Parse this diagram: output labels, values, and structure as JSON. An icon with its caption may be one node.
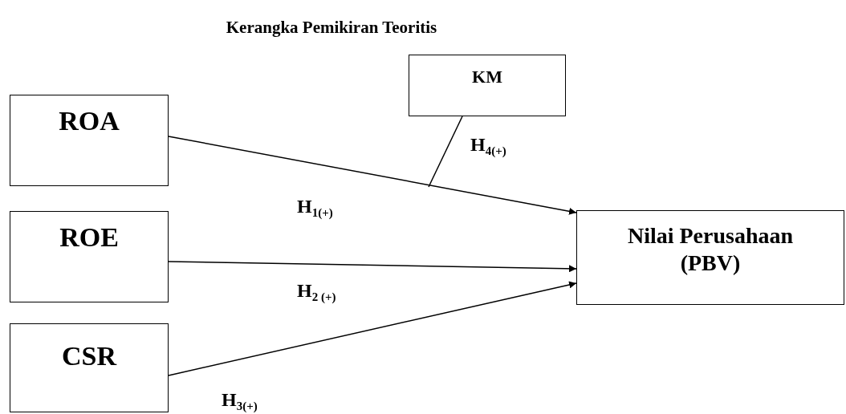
{
  "diagram": {
    "title": "Kerangka Pemikiran Teoritis",
    "nodes": [
      {
        "text": [
          "ROA"
        ]
      },
      {
        "text": [
          "ROE"
        ]
      },
      {
        "text": [
          "CSR"
        ]
      },
      {
        "text": [
          "KM"
        ]
      },
      {
        "text": [
          "Nilai Perusahaan (PBV)"
        ]
      }
    ],
    "edges": [
      {
        "from": 0,
        "to": 4,
        "arrow": "to",
        "label": "H$_{1(+)}$"
      },
      {
        "from": 1,
        "to": 4,
        "arrow": "to",
        "label": "H$_{2 (+)}$"
      },
      {
        "from": 2,
        "to": 4,
        "arrow": "to",
        "label": "H$_{3(+)}$"
      },
      {
        "from": 3,
        "to": null,
        "arrow": "none",
        "label": "H$_{4(+)}$"
      }
    ]
  }
}
